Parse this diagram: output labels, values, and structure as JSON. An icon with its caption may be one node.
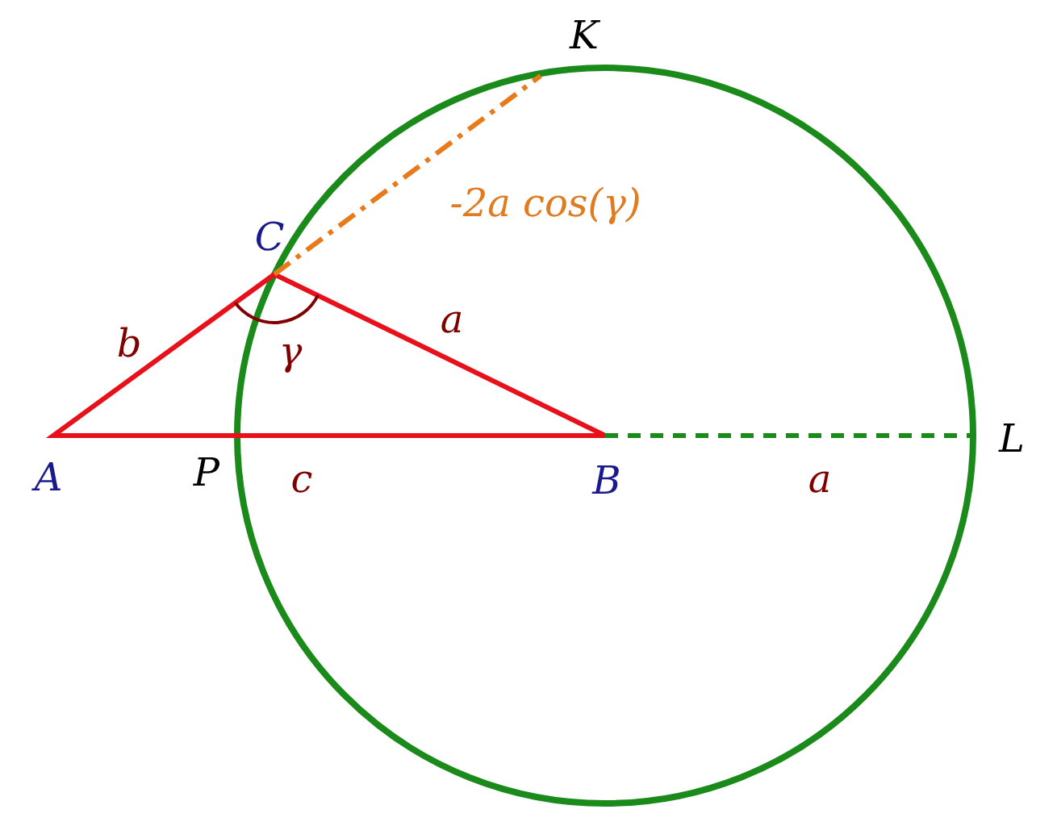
{
  "diagram": {
    "labels": [
      "K",
      "C",
      "-2a cos(γ)",
      "b",
      "a",
      "γ",
      "L",
      "A",
      "P",
      "c",
      "B",
      "a"
    ]
  }
}
